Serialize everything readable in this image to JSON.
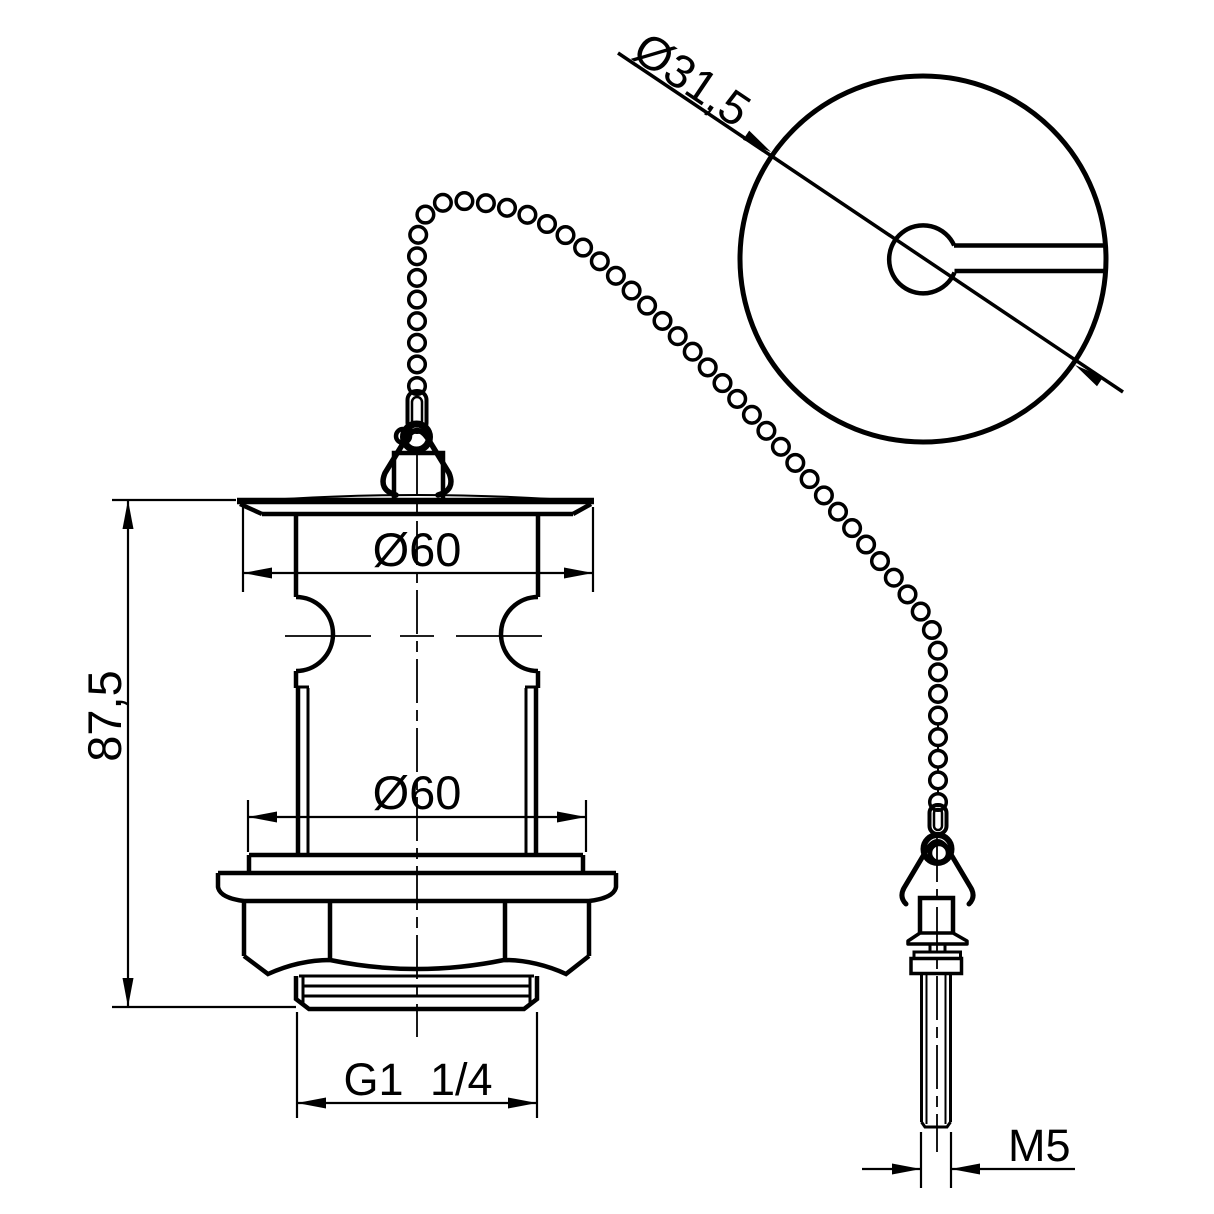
{
  "page": {
    "background": "#ffffff",
    "line_color": "#000000"
  },
  "labels": {
    "plug_diameter": "Ø31,5",
    "flange_diameter": "Ø60",
    "body_diameter": "Ø60",
    "overall_height": "87,5",
    "outlet_thread": "G1 1/4",
    "screw_thread": "M5"
  }
}
